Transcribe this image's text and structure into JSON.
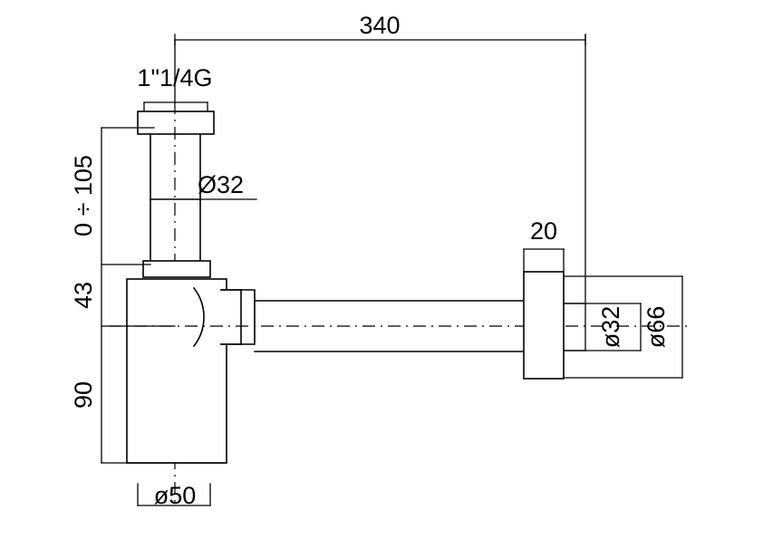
{
  "drawing": {
    "title": "Bottle trap technical drawing",
    "background_color": "#ffffff",
    "line_color": "#000000"
  },
  "dimensions": {
    "top_overall_length": "340",
    "thread_size": "1\"1/4G",
    "tube_diameter": "Ø32",
    "vertical_adjustable": "0 ÷ 105",
    "neck_height": "43",
    "body_height": "90",
    "body_diameter": "ø50",
    "wall_flange_thickness": "20",
    "outlet_diameter": "ø32",
    "escutcheon_diameter": "ø66"
  }
}
